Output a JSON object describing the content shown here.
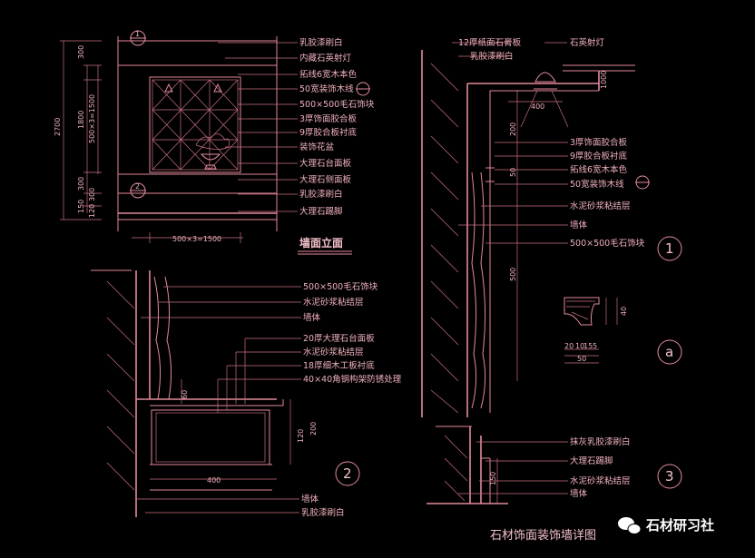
{
  "elevation": {
    "title": "墙面立面",
    "labels": [
      "乳胶漆刷白",
      "内藏石英射灯",
      "拓线6宽木本色",
      "50宽装饰木线",
      "500×500毛石饰块",
      "3厚饰面胶合板",
      "9厚胶合板衬底",
      "装饰花盆",
      "大理石台面板",
      "大理石侧面板",
      "乳胶漆刷白",
      "大理石踢脚"
    ],
    "dims_vertical": [
      "2700",
      "300",
      "1800",
      "500×3=1500",
      "300",
      "300",
      "150",
      "120"
    ],
    "dim_bottom": "500×3=1500",
    "marker_1": "1",
    "marker_2": "2"
  },
  "section1": {
    "top_labels": [
      "12厚纸面石膏板",
      "乳胶漆刷白",
      "石英射灯"
    ],
    "labels": [
      "3厚饰面胶合板",
      "9厚胶合板衬底",
      "拓线6宽木本色",
      "50宽装饰木线",
      "水泥砂浆粘结层",
      "墙体",
      "500×500毛石饰块"
    ],
    "dims": [
      "400",
      "200",
      "50",
      "500",
      "1000"
    ],
    "marker": "1"
  },
  "section2": {
    "labels": [
      "500×500毛石饰块",
      "水泥砂浆粘结层",
      "墙体",
      "20厚大理石台面板",
      "水泥砂浆粘结层",
      "18厚细木工板衬底",
      "40×40角钢构架防锈处理"
    ],
    "bottom_labels": [
      "墙体",
      "乳胶漆刷白"
    ],
    "dims": [
      "400",
      "60",
      "120",
      "200"
    ],
    "marker": "2"
  },
  "section3": {
    "labels": [
      "抹灰乳胶漆刷白",
      "大理石踢脚",
      "水泥砂浆粘结层",
      "墙体"
    ],
    "dims": [
      "150"
    ],
    "marker": "3"
  },
  "detail_a": {
    "dims": [
      "20",
      "10",
      "15",
      "5"
    ],
    "dim_bottom": "50",
    "dim_right": "40",
    "marker": "a"
  },
  "caption": "石材饰面装饰墙详图",
  "watermark": "石材研习社",
  "colors": {
    "background": "#000000",
    "line": "#e38a9a",
    "text": "#f0b0bd"
  }
}
